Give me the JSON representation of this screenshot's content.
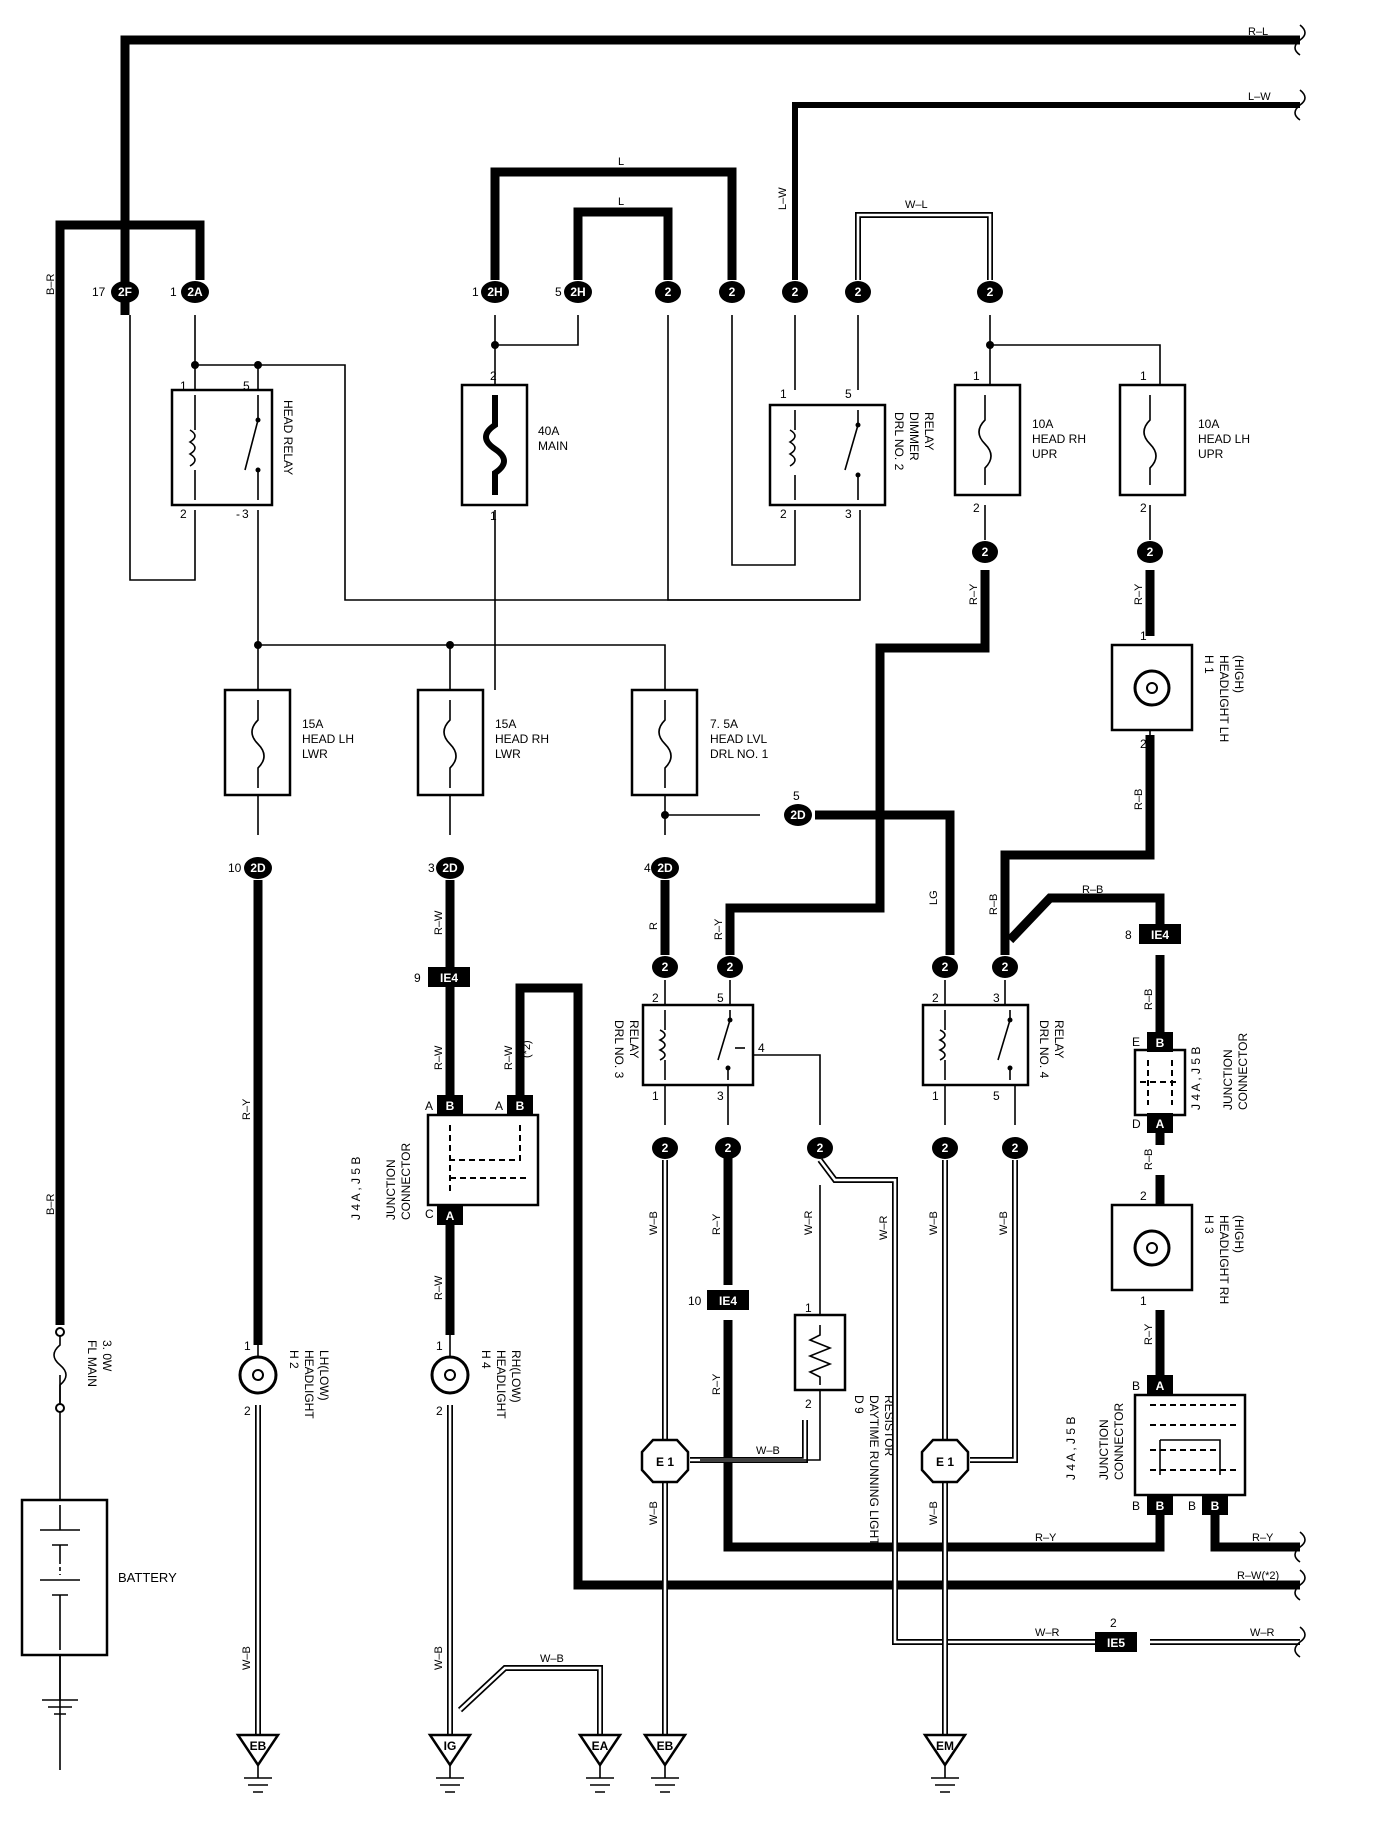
{
  "diagram": {
    "wires": {
      "top_r_l": "R–L",
      "top_l_w": "L–W",
      "b_r_left": "B–R",
      "b_r_lower": "B–R",
      "l_top_outer": "L",
      "l_top_inner": "L",
      "l_w_vert": "L–W",
      "w_l_top": "W–L",
      "r_y_rh_upr": "R–Y",
      "r_y_lh_upr": "R–Y",
      "r_b_h1": "R–B",
      "r_w_3": "R–W",
      "r_w_a": "R–W",
      "r_w_b2": "R–W",
      "r_w_2_note": "(*2)",
      "r_y_lh_low": "R–Y",
      "r_w_h4": "R–W",
      "w_b_h2": "W–B",
      "w_b_h4": "W–B",
      "w_b_ig_ea": "W–B",
      "r_drl3": "R",
      "r_y_drl3": "R–Y",
      "lg_drl4": "LG",
      "r_b_drl4": "R–B",
      "r_b_top_ie4": "R–B",
      "r_b_ie4_j": "R–B",
      "r_b_j_h3": "R–B",
      "r_y_h3_j": "R–Y",
      "w_b_drl3_1": "W–B",
      "r_y_drl3_3": "R–Y",
      "w_r_res": "W–R",
      "w_r_lower": "W–R",
      "w_b_drl4_1": "W–B",
      "w_b_drl4_5": "W–B",
      "r_y_ie4_10": "R–Y",
      "w_b_e1_res": "W–B",
      "w_b_e1_left": "W–B",
      "w_b_e1_right": "W–B",
      "r_y_bottom": "R–Y",
      "r_y_right": "R–Y",
      "r_w2_right": "R–W(*2)",
      "w_r_ie5_left": "W–R",
      "w_r_ie5_right": "W–R"
    },
    "connectors": {
      "c2F": "2F",
      "c2A": "2A",
      "c2H1": "2H",
      "c2H5": "2H",
      "c2a": "2",
      "c2b": "2",
      "c2c": "2",
      "c2d": "2",
      "c2e": "2",
      "c2_rhupr": "2",
      "c2_lhupr": "2",
      "c2D_10": "2D",
      "c2D_3": "2D",
      "c2D_4": "2D",
      "c2D_5": "2D",
      "ie4_9": "IE4",
      "ie4_8": "IE4",
      "ie4_10": "IE4",
      "ie5_2": "IE5",
      "d3_in1": "2",
      "d3_in2": "2",
      "d4_in1": "2",
      "d4_in2": "2",
      "d3_out1": "2",
      "d3_out2": "2",
      "d3_out3": "2",
      "d4_out1": "2",
      "d4_out2": "2",
      "B": "B",
      "A": "A"
    },
    "pins": {
      "p17": "17",
      "p1": "1",
      "p1b": "1",
      "p5": "5",
      "p2": "2",
      "p3": "3",
      "p4": "4",
      "p8": "8",
      "p9": "9",
      "p10": "10",
      "p3b": "3",
      "p4b": "4",
      "p5b": "5"
    },
    "components": {
      "head_relay": "HEAD RELAY",
      "main_40a": [
        "40A",
        "MAIN"
      ],
      "drl2": [
        "DRL NO. 2",
        "DIMMER",
        "RELAY"
      ],
      "fuse_rh_upr": [
        "10A",
        "HEAD RH",
        "UPR"
      ],
      "fuse_lh_upr": [
        "10A",
        "HEAD LH",
        "UPR"
      ],
      "fuse_lh_lwr": [
        "15A",
        "HEAD LH",
        "LWR"
      ],
      "fuse_rh_lwr": [
        "15A",
        "HEAD RH",
        "LWR"
      ],
      "fuse_lvl": [
        "7. 5A",
        "HEAD LVL",
        "DRL NO. 1"
      ],
      "h1": [
        "H 1",
        "HEADLIGHT LH",
        "(HIGH)"
      ],
      "h3": [
        "H 3",
        "HEADLIGHT RH",
        "(HIGH)"
      ],
      "h2": [
        "H 2",
        "HEADLIGHT",
        "LH(LOW)"
      ],
      "h4": [
        "H 4",
        "HEADLIGHT",
        "RH(LOW)"
      ],
      "drl3": [
        "DRL NO. 3",
        "RELAY"
      ],
      "drl4": [
        "DRL NO. 4",
        "RELAY"
      ],
      "d9": [
        "D 9",
        "DAYTIME RUNNING LIGHT",
        "RESISTOR"
      ],
      "fl_main": [
        "FL MAIN",
        "3. 0W"
      ],
      "battery": "BATTERY",
      "jc_left": [
        "J 4 A , J 5 B",
        "JUNCTION",
        "CONNECTOR"
      ],
      "jc_right_top": [
        "J 4 A , J 5 B",
        "JUNCTION",
        "CONNECTOR"
      ],
      "jc_right_bot": [
        "J 4 A , J 5 B",
        "JUNCTION",
        "CONNECTOR"
      ],
      "e1": "E 1"
    },
    "grounds": [
      "EB",
      "IG",
      "EA",
      "EB",
      "EM"
    ]
  }
}
